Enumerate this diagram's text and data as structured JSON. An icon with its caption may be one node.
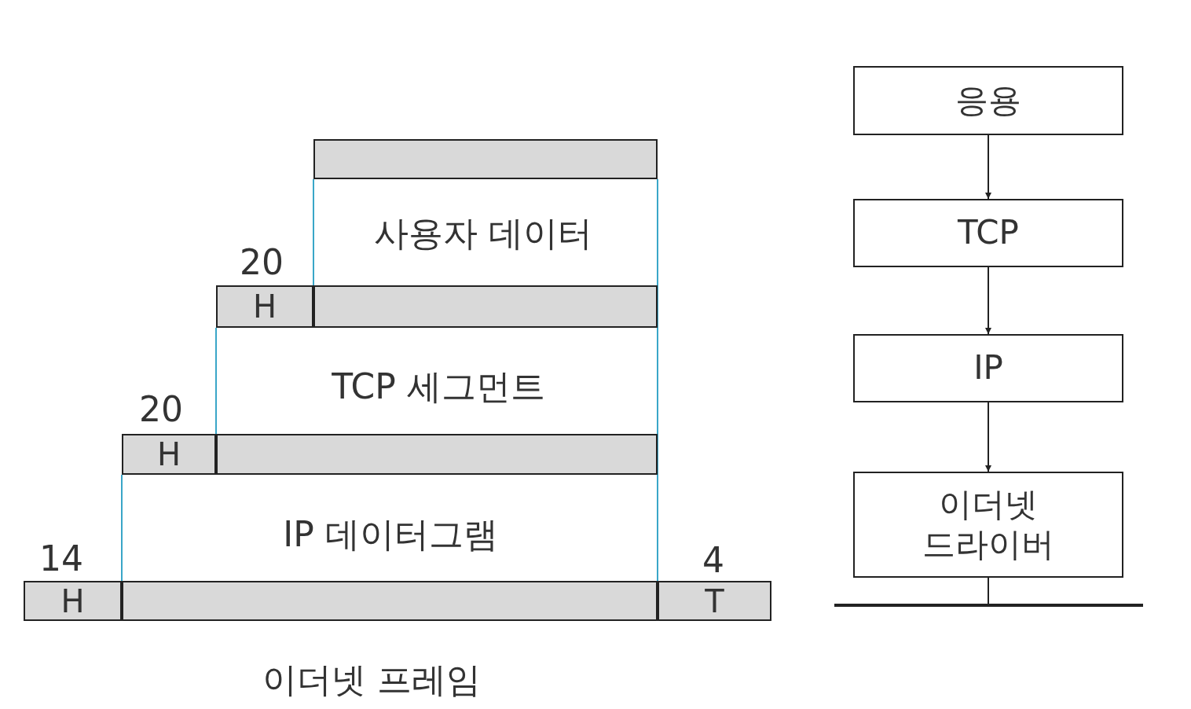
{
  "diagram": {
    "nodes": [
      {
        "text": [],
        "shape": "bar"
      },
      {
        "text": [
          "H"
        ],
        "beside": [
          "20"
        ]
      },
      {
        "text": [],
        "shape": "bar"
      },
      {
        "text": [
          "H"
        ],
        "beside": [
          "20"
        ]
      },
      {
        "text": [],
        "shape": "bar"
      },
      {
        "text": [
          "H"
        ],
        "beside": [
          "14"
        ]
      },
      {
        "text": [],
        "shape": "bar"
      },
      {
        "text": [
          "T"
        ],
        "beside": [
          "4"
        ]
      },
      {
        "text": [
          "응용"
        ]
      },
      {
        "text": [
          "TCP"
        ]
      },
      {
        "text": [
          "IP"
        ]
      },
      {
        "text": [
          "이더넷 드라이버"
        ]
      },
      {
        "text": [],
        "shape": "line"
      }
    ],
    "edges": [
      {
        "from": 8,
        "to": 9,
        "arrow": "to"
      },
      {
        "from": 9,
        "to": 10,
        "arrow": "to"
      },
      {
        "from": 10,
        "to": 11,
        "arrow": "to"
      },
      {
        "from": 11,
        "to": 12,
        "arrow": "none"
      }
    ],
    "labels": [
      "사용자 데이터",
      "TCP 세그먼트",
      "IP 데이터그램",
      "이더넷 프레임"
    ]
  }
}
